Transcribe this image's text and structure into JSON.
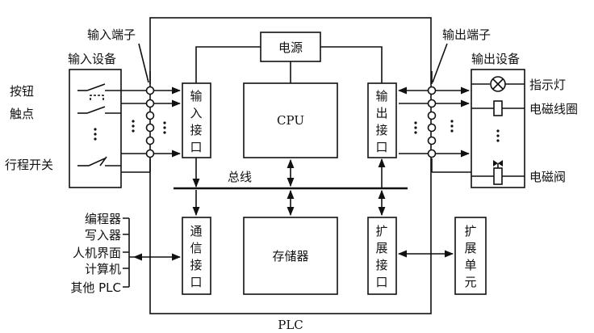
{
  "labels": {
    "input_terminal": "输入端子",
    "input_device": "输入设备",
    "output_terminal": "输出端子",
    "output_device": "输出设备",
    "power": "电源",
    "cpu": "CPU",
    "input_interface": [
      "输",
      "入",
      "接",
      "口"
    ],
    "output_interface": [
      "输",
      "出",
      "接",
      "口"
    ],
    "comm_interface": [
      "通",
      "信",
      "接",
      "口"
    ],
    "expansion_interface": [
      "扩",
      "展",
      "接",
      "口"
    ],
    "expansion_unit": [
      "扩",
      "展",
      "单",
      "元"
    ],
    "memory": "存储器",
    "bus": "总线",
    "plc": "PLC",
    "inputs": [
      "按钮",
      "触点",
      "行程开关"
    ],
    "outputs": [
      "指示灯",
      "电磁线圈",
      "电磁阀"
    ],
    "peripherals": [
      "编程器",
      "写入器",
      "人机界面",
      "计算机",
      "其他 PLC"
    ]
  }
}
